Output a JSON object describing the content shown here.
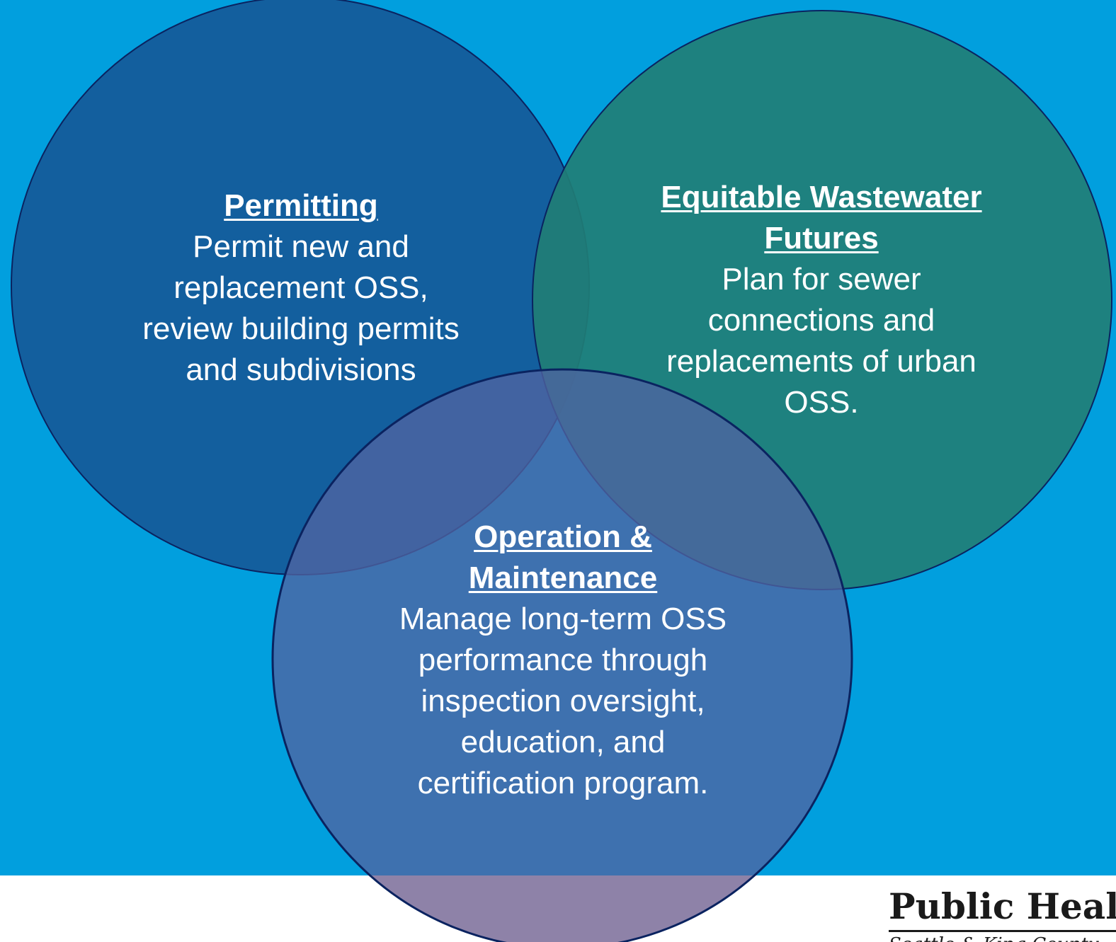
{
  "colors": {
    "background": "#019fde",
    "permitting_fill": "#135f9e",
    "equitable_fill": "#217e76",
    "operation_fill": "#4f64a1",
    "operation_overflow_fill": "#8e82a8",
    "outline": "#0a2360",
    "text": "#ffffff"
  },
  "circles": {
    "permitting": {
      "heading": "Permitting",
      "body_lines": [
        "Permit new and",
        "replacement OSS,",
        "review building permits",
        "and subdivisions"
      ]
    },
    "equitable": {
      "heading_lines": [
        "Equitable Wastewater",
        "Futures"
      ],
      "body_lines": [
        "Plan for sewer",
        "connections and",
        "replacements of urban",
        "OSS."
      ]
    },
    "operation": {
      "heading_lines": [
        "Operation &",
        "Maintenance"
      ],
      "body_lines": [
        "Manage long-term OSS",
        "performance through",
        "inspection oversight,",
        "education, and",
        "certification program."
      ]
    }
  },
  "logo": {
    "main": "Public Health",
    "sub": "Seattle & King County",
    "icon": "public-health-logo"
  }
}
